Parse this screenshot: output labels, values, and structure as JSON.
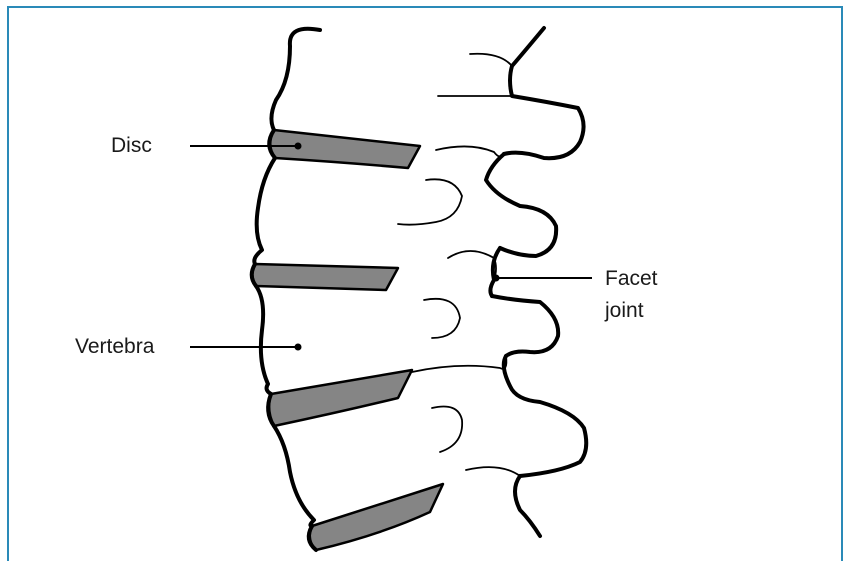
{
  "colors": {
    "frame_border": "#2a8ab8",
    "disc_fill": "#858585",
    "outline": "#000000",
    "background": "#ffffff"
  },
  "labels": {
    "disc": "Disc",
    "vertebra": "Vertebra",
    "facet_line1": "Facet",
    "facet_line2": "joint"
  }
}
